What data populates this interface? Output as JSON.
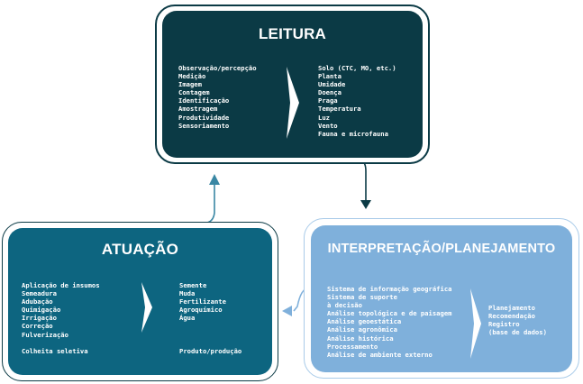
{
  "leitura": {
    "title": "LEITURA",
    "left_items": [
      "Observação/percepção",
      "Medição",
      "Imagem",
      "Contagem",
      "Identificação",
      "Amostragem",
      "Produtividade",
      "Sensoriamento"
    ],
    "right_items": [
      "Solo (CTC, MO, etc.)",
      "Planta",
      "Umidade",
      "Doença",
      "Praga",
      "Temperatura",
      "Luz",
      "Vento",
      "Fauna e microfauna"
    ]
  },
  "interpretacao": {
    "title": "INTERPRETAÇÃO/PLANEJAMENTO",
    "left_items": [
      "Sistema de informação geográfica",
      "Sistema de suporte",
      "à decisão",
      "Análise topológica e de paisagem",
      "Análise geoestática",
      "Análise agronômica",
      "Análise histórica",
      "Processamento",
      "Análise de ambiente externo"
    ],
    "right_items": [
      "Planejamento",
      "Recomendação",
      "Registro",
      "(base de dados)"
    ]
  },
  "atuacao": {
    "title": "ATUAÇÃO",
    "left_items": [
      "Aplicação de insumos",
      "Semeadura",
      "Adubação",
      "Quimigação",
      "Irrigação",
      "Correção",
      "Fulverização"
    ],
    "right_items": [
      "Semente",
      "Muda",
      "Fertilizante",
      "Agroquímico",
      "Água"
    ],
    "footer_left": "Colheita seletiva",
    "footer_right": "Produto/produção"
  },
  "colors": {
    "leitura_fill": "#0b3a45",
    "leitura_border": "#0b3a45",
    "interpretacao_fill": "#7fb0db",
    "interpretacao_border": "#a9cbe9",
    "atuacao_fill": "#0d6580",
    "atuacao_border": "#0b3a45",
    "arrow_dark": "#0b3a45",
    "arrow_teal": "#3a87a4",
    "arrow_light": "#7fb0db",
    "chevron": "#ffffff"
  }
}
